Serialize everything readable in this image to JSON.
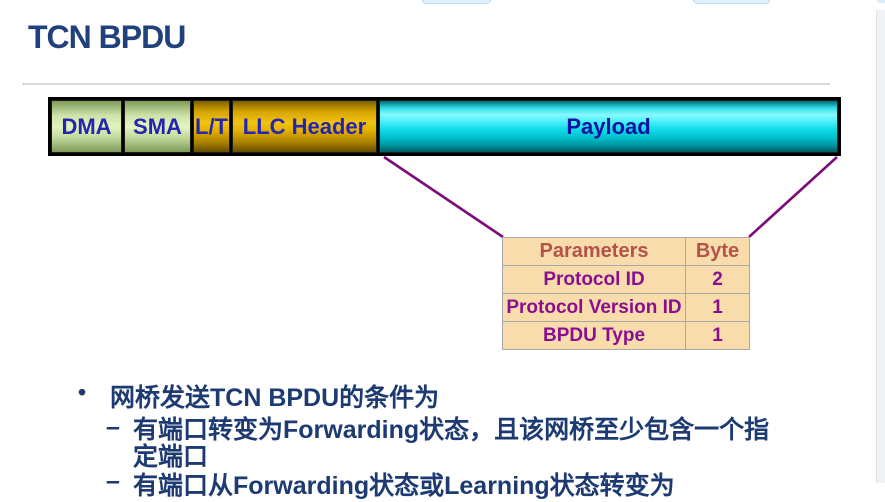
{
  "top_bar": {
    "note": "partial toolbar button remnants at top edge"
  },
  "slide": {
    "title": "TCN BPDU",
    "frame_fields": [
      {
        "label": "DMA"
      },
      {
        "label": "SMA"
      },
      {
        "label": "L/T"
      },
      {
        "label": "LLC Header"
      },
      {
        "label": "Payload"
      }
    ],
    "table": {
      "headers": [
        "Parameters",
        "Byte"
      ],
      "rows": [
        [
          "Protocol ID",
          "2"
        ],
        [
          "Protocol Version ID",
          "1"
        ],
        [
          "BPDU Type",
          "1"
        ]
      ]
    },
    "bullets": {
      "level1_marker": "•",
      "level1": "网桥发送TCN BPDU的条件为",
      "sub_marker": "–",
      "sub1_line1": "有端口转变为Forwarding状态，且该网桥至少包含一个指",
      "sub1_line2": "定端口",
      "sub2": "有端口从Forwarding状态或Learning状态转变为"
    },
    "colors": {
      "title_text": "#20417b",
      "body_text": "#1d3b72",
      "field_text_blue": "#2525b0",
      "payload_text": "#0f12a0",
      "green_field": "#cce2a8",
      "gold_field": "#e3b000",
      "cyan_field": "#45eef8",
      "table_bg": "#f9dcab",
      "table_header_text": "#b2544a",
      "table_data_text": "#8a0f8f",
      "callout_line": "#7a0d7a"
    }
  }
}
